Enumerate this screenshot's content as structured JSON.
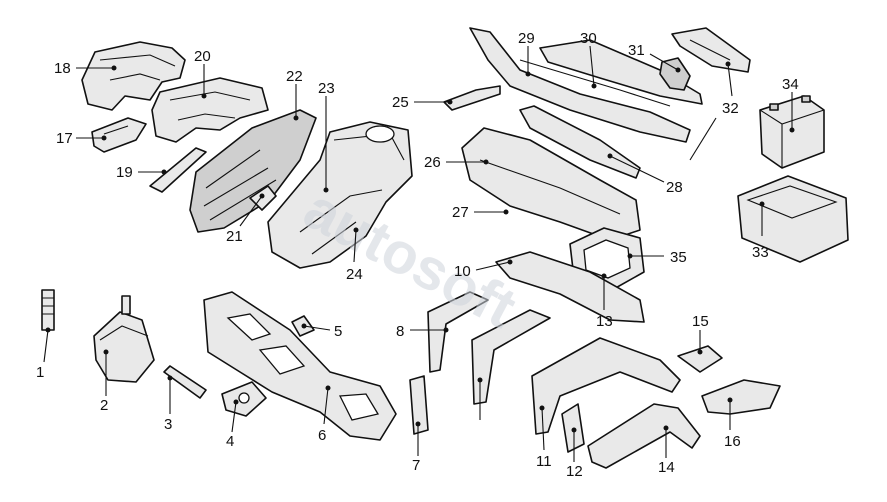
{
  "diagram": {
    "callouts": [
      "1",
      "2",
      "3",
      "4",
      "5",
      "6",
      "7",
      "8",
      "10",
      "11",
      "12",
      "13",
      "14",
      "15",
      "16",
      "17",
      "18",
      "19",
      "20",
      "21",
      "22",
      "23",
      "24",
      "25",
      "26",
      "27",
      "28",
      "29",
      "30",
      "31",
      "32",
      "33",
      "34",
      "35"
    ],
    "watermark": "autosoft"
  }
}
